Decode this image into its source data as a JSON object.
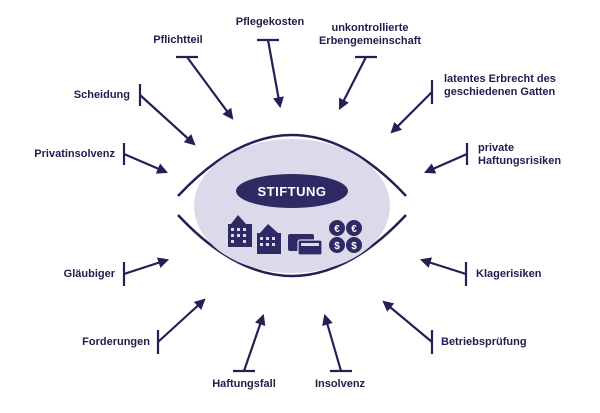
{
  "center": {
    "title": "STIFTUNG",
    "icons": [
      "building-icon",
      "building-icon",
      "cards-icon",
      "euro-coin-icon",
      "dollar-coin-icon"
    ]
  },
  "colors": {
    "navy": "#232054",
    "center_disc": "#dcdaea",
    "pill": "#2e2a63"
  },
  "risks": {
    "pflegekosten": "Pflegekosten",
    "pflichtteil": "Pflichtteil",
    "erbengemeinschaft": [
      "unkontrollierte",
      "Erbengemeinschaft"
    ],
    "scheidung": "Scheidung",
    "erbrecht": [
      "latentes Erbrecht des",
      "geschiedenen Gatten"
    ],
    "privatinsolvenz": "Privatinsolvenz",
    "haftungsrisiken": [
      "private",
      "Haftungsrisiken"
    ],
    "glaeubiger": "Gläubiger",
    "klagerisiken": "Klagerisiken",
    "forderungen": "Forderungen",
    "betriebspruefung": "Betriebsprüfung",
    "haftungsfall": "Haftungsfall",
    "insolvenz": "Insolvenz"
  }
}
